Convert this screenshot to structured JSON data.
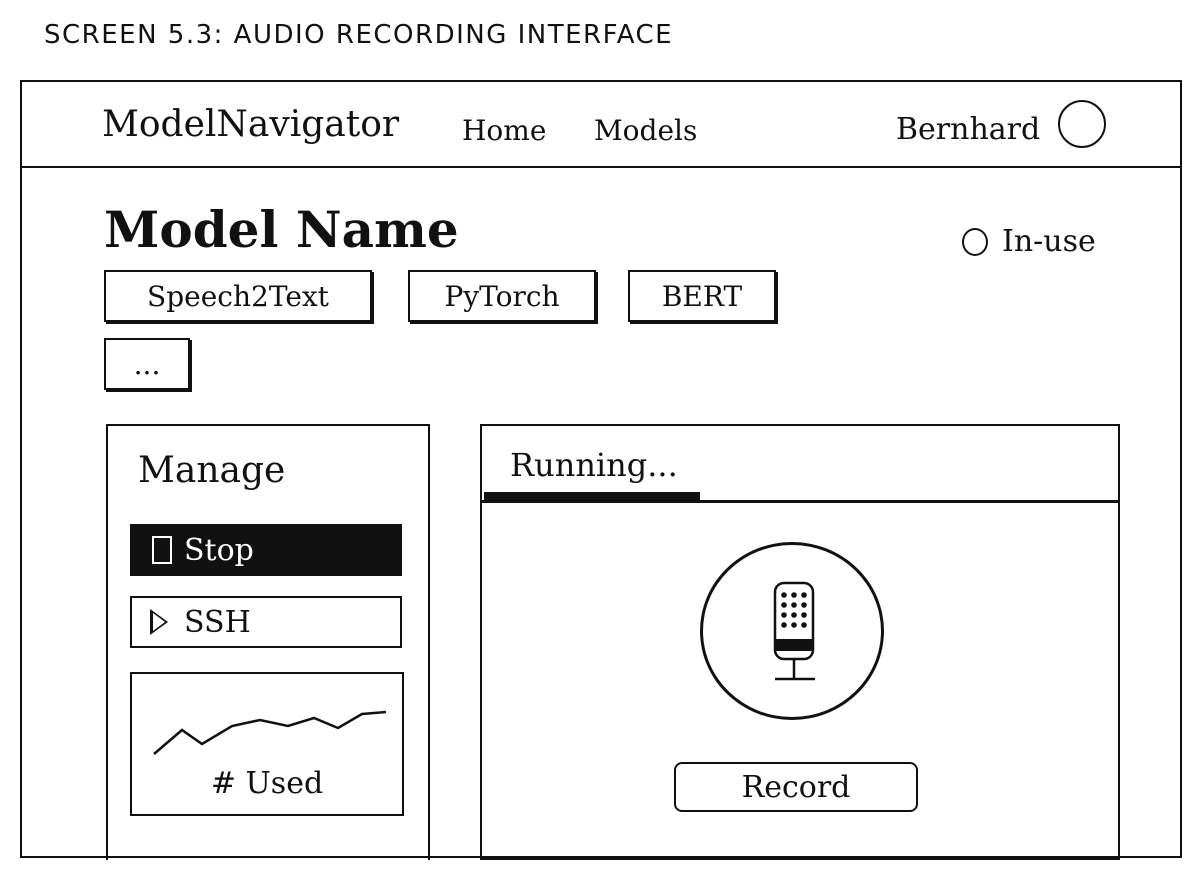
{
  "screen_caption": "SCREEN 5.3: AUDIO RECORDING INTERFACE",
  "nav": {
    "brand": "ModelNavigator",
    "links": [
      "Home",
      "Models"
    ],
    "user_name": "Bernhard"
  },
  "model": {
    "title": "Model Name",
    "status_label": "In-use",
    "tags": [
      "Speech2Text",
      "PyTorch",
      "BERT",
      "..."
    ]
  },
  "manage": {
    "title": "Manage",
    "stop_label": "Stop",
    "ssh_label": "SSH",
    "usage_label": "# Used"
  },
  "running": {
    "tab_label": "Running...",
    "record_label": "Record"
  },
  "icons": {
    "avatar": "avatar-circle",
    "status": "status-circle-icon",
    "stop": "stop-square-icon",
    "ssh": "play-triangle-icon",
    "mic": "microphone-icon"
  }
}
